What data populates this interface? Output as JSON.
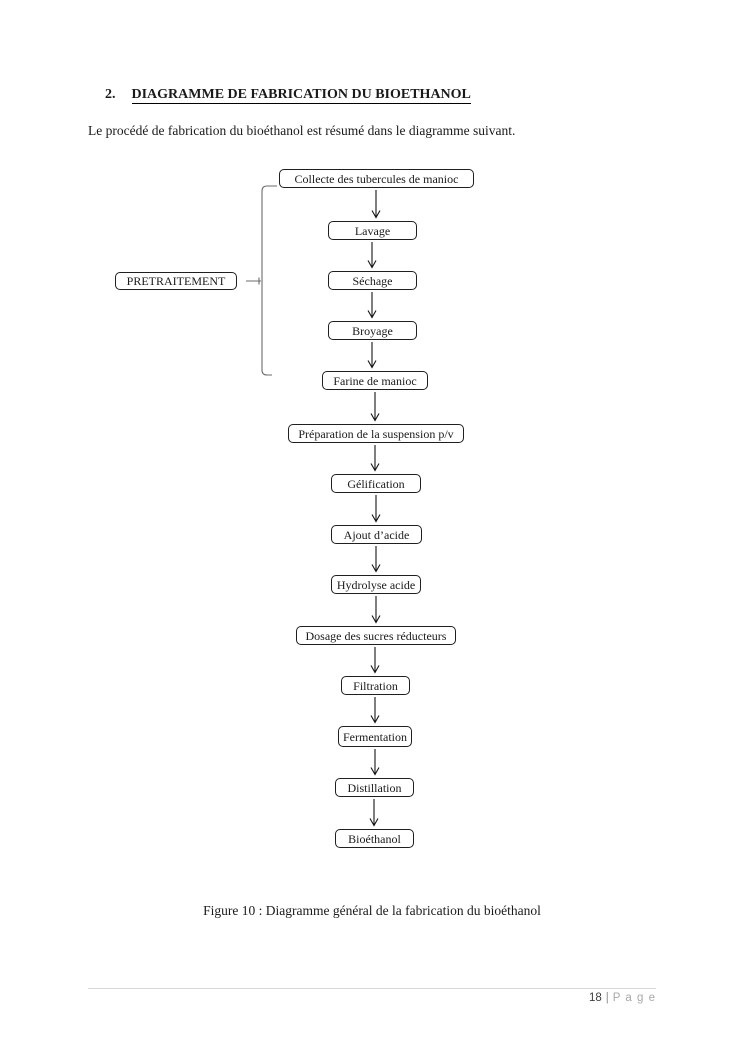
{
  "heading": {
    "number": "2.",
    "title": "DIAGRAMME DE FABRICATION DU BIOETHANOL"
  },
  "intro": "Le procédé de fabrication du bioéthanol est résumé dans le diagramme suivant.",
  "figure": {
    "side_label": "PRETRAITEMENT",
    "nodes": [
      "Collecte des tubercules de manioc",
      "Lavage",
      "Séchage",
      "Broyage",
      "Farine de manioc",
      "Préparation de la suspension p/v",
      "Gélification",
      "Ajout d’acide",
      "Hydrolyse acide",
      "Dosage des sucres réducteurs",
      "Filtration",
      "Fermentation",
      "Distillation",
      "Bioéthanol"
    ],
    "caption": "Figure 10 : Diagramme général de la fabrication du bioéthanol"
  },
  "footer": {
    "page_number": "18",
    "separator": "|",
    "page_word": "P a g e"
  }
}
